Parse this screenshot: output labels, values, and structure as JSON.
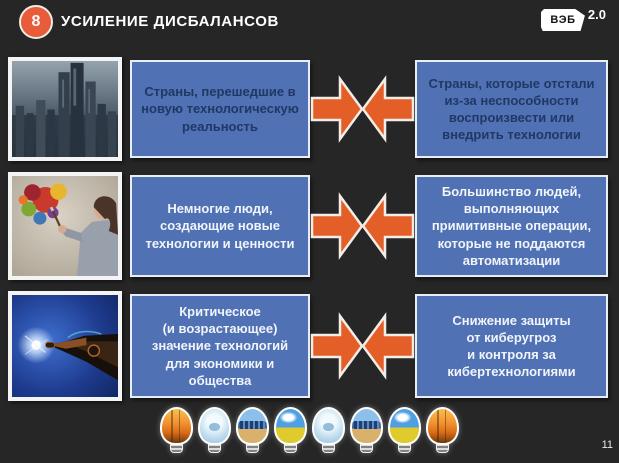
{
  "slide": {
    "number_badge": "8",
    "title": "УСИЛЕНИЕ ДИСБАЛАНСОВ",
    "page_number": "11"
  },
  "logo": {
    "text": "ВЭБ",
    "version": "2.0"
  },
  "colors": {
    "bg": "#262626",
    "box-blue": "#5171b5",
    "orange": "#e45f28",
    "badge-orange": "#e85c3a",
    "text-dark": "#203864",
    "text-light": "#f0f4fb"
  },
  "rows": [
    {
      "image": "futuristic-city",
      "left": "Страны, перешедшие в\nновую технологическую\nреальность",
      "right": "Страны, которые отстали\nиз-за неспособности\nвоспроизвести или\nвнедрить технологии"
    },
    {
      "image": "artist-painting-colors",
      "left": "Немногие люди,\nсоздающие новые\nтехнологии и ценности",
      "right": "Большинство людей,\nвыполняющих\nпримитивные операции,\nкоторые не поддаются\nавтоматизации"
    },
    {
      "image": "robotic-hand-spark",
      "left": "Критическое\n(и возрастающее)\nзначение технологий\nдля экономики и\nобщества",
      "right": "Снижение защиты\nот киберугроз\nи контроля за\nкибертехнологиями"
    }
  ],
  "bulbs": [
    {
      "scene": "wind-sunset"
    },
    {
      "scene": "water"
    },
    {
      "scene": "solar"
    },
    {
      "scene": "sky-field"
    },
    {
      "scene": "water"
    },
    {
      "scene": "solar"
    },
    {
      "scene": "sky-field"
    },
    {
      "scene": "wind-sunset"
    }
  ]
}
